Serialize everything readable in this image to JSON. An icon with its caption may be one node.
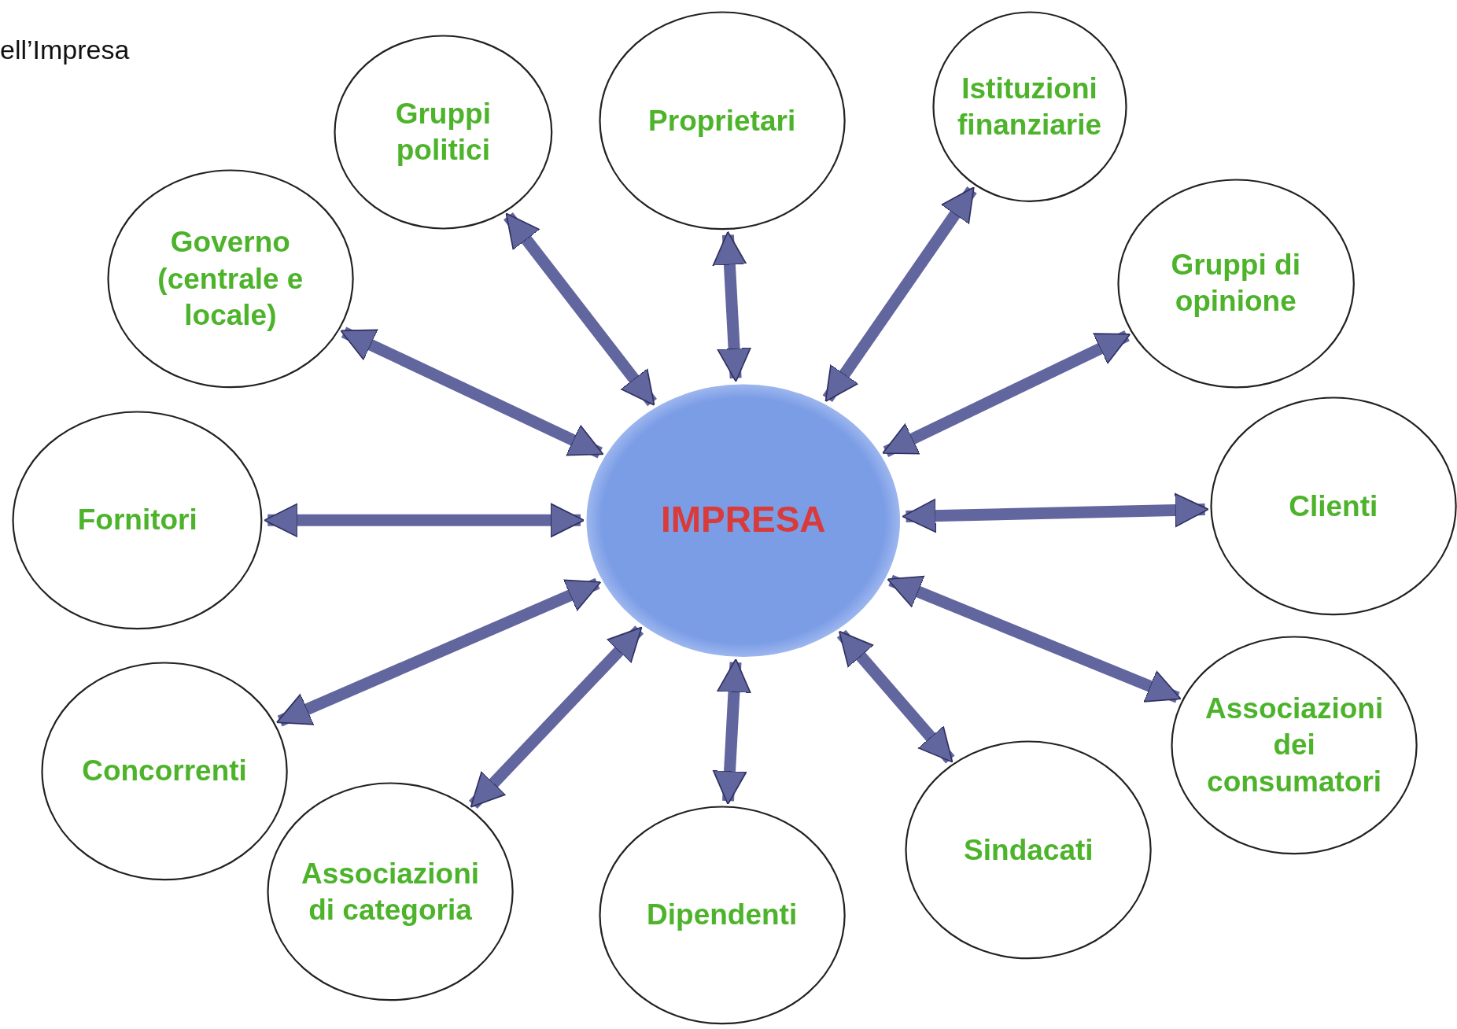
{
  "diagram": {
    "nodes": [
      {
        "text": [
          "IMPRESA"
        ]
      },
      {
        "text": [
          "Gruppi politici"
        ]
      },
      {
        "text": [
          "Proprietari"
        ]
      },
      {
        "text": [
          "Istituzioni finanziarie"
        ]
      },
      {
        "text": [
          "Governo (centrale e locale)"
        ]
      },
      {
        "text": [
          "Gruppi di opinione"
        ]
      },
      {
        "text": [
          "Fornitori"
        ]
      },
      {
        "text": [
          "Clienti"
        ]
      },
      {
        "text": [
          "Concorrenti"
        ]
      },
      {
        "text": [
          "Associazioni dei consumatori"
        ]
      },
      {
        "text": [
          "Associazioni di categoria"
        ]
      },
      {
        "text": [
          "Dipendenti"
        ]
      },
      {
        "text": [
          "Sindacati"
        ]
      }
    ],
    "edges": [
      {
        "from": 0,
        "to": 1,
        "arrow": "both"
      },
      {
        "from": 0,
        "to": 2,
        "arrow": "both"
      },
      {
        "from": 0,
        "to": 3,
        "arrow": "both"
      },
      {
        "from": 0,
        "to": 4,
        "arrow": "both"
      },
      {
        "from": 0,
        "to": 5,
        "arrow": "both"
      },
      {
        "from": 0,
        "to": 6,
        "arrow": "both"
      },
      {
        "from": 0,
        "to": 7,
        "arrow": "both"
      },
      {
        "from": 0,
        "to": 8,
        "arrow": "both"
      },
      {
        "from": 0,
        "to": 9,
        "arrow": "both"
      },
      {
        "from": 0,
        "to": 10,
        "arrow": "both"
      },
      {
        "from": 0,
        "to": 11,
        "arrow": "both"
      },
      {
        "from": 0,
        "to": 12,
        "arrow": "both"
      }
    ],
    "labels": [
      "ell’Impresa"
    ]
  }
}
